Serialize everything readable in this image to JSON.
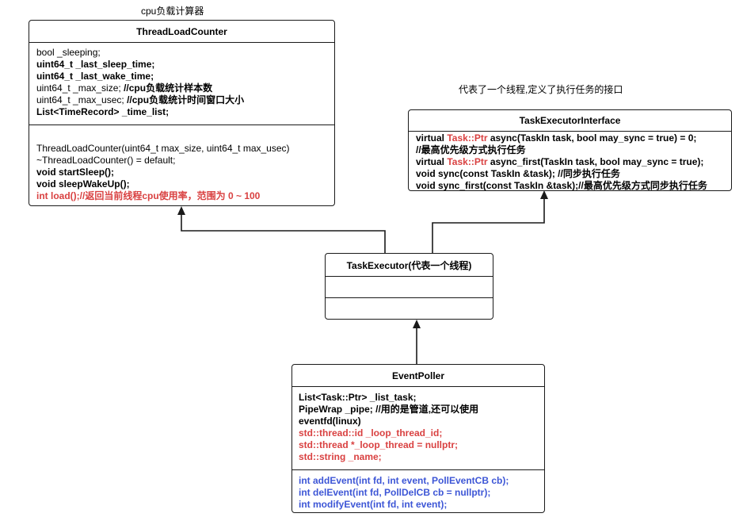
{
  "captions": {
    "thread_load_counter": "cpu负载计算器",
    "task_executor_interface": "代表了一个线程,定义了执行任务的接口"
  },
  "colors": {
    "border": "#1a1a1a",
    "red_text": "#d94141",
    "blue_text": "#3d56d6"
  },
  "thread_load_counter": {
    "title": "ThreadLoadCounter",
    "attributes": [
      {
        "text": "bool _sleeping;",
        "style": "normal"
      },
      {
        "text": "uint64_t _last_sleep_time;",
        "style": "bold"
      },
      {
        "text": "uint64_t _last_wake_time;",
        "style": "bold"
      },
      {
        "text": "uint64_t _max_size; //cpu负载统计样本数",
        "style": "mixed",
        "normal": "uint64_t _max_size; ",
        "bold": "//cpu负载统计样本数"
      },
      {
        "text": "uint64_t _max_usec; //cpu负载统计时间窗口大小",
        "style": "mixed",
        "normal": "uint64_t _max_usec; ",
        "bold": "//cpu负载统计时间窗口大小"
      },
      {
        "text": "List<TimeRecord> _time_list;",
        "style": "bold"
      }
    ],
    "methods": [
      {
        "text": "ThreadLoadCounter(uint64_t max_size, uint64_t max_usec)",
        "style": "normal"
      },
      {
        "text": "~ThreadLoadCounter() = default;",
        "style": "normal"
      },
      {
        "text": "void startSleep();",
        "style": "bold"
      },
      {
        "text": "void sleepWakeUp();",
        "style": "bold"
      },
      {
        "text": "int load();//返回当前线程cpu使用率，范围为 0 ~ 100",
        "style": "red"
      }
    ]
  },
  "task_executor_interface": {
    "title": "TaskExecutorInterface",
    "lines": [
      {
        "pre": "virtual ",
        "red": "Task::Ptr",
        "post": " async(TaskIn task, bool may_sync = true) = 0;"
      },
      {
        "pre": "//最高优先级方式执行任务",
        "red": "",
        "post": ""
      },
      {
        "pre": "virtual ",
        "red": "Task::Ptr",
        "post": " async_first(TaskIn task, bool may_sync = true);"
      },
      {
        "pre": "void sync(const TaskIn &task); //同步执行任务",
        "red": "",
        "post": ""
      },
      {
        "pre": "void sync_first(const TaskIn &task);//最高优先级方式同步执行任务",
        "red": "",
        "post": ""
      }
    ]
  },
  "task_executor": {
    "title": "TaskExecutor(代表一个线程)"
  },
  "event_poller": {
    "title": "EventPoller",
    "attributes": [
      {
        "text": "List<Task::Ptr> _list_task;",
        "style": "bold"
      },
      {
        "text": "PipeWrap _pipe; //用的是管道,还可以使用",
        "style": "bold"
      },
      {
        "text": "eventfd(linux)",
        "style": "bold"
      },
      {
        "text": "std::thread::id _loop_thread_id;",
        "style": "red"
      },
      {
        "text": "std::thread *_loop_thread = nullptr;",
        "style": "red"
      },
      {
        "text": "std::string _name;",
        "style": "red"
      }
    ],
    "methods": [
      {
        "text": "int addEvent(int fd, int event, PollEventCB cb);",
        "style": "blue"
      },
      {
        "text": "int delEvent(int fd, PollDelCB cb = nullptr);",
        "style": "blue"
      },
      {
        "text": "int modifyEvent(int fd, int event);",
        "style": "blue"
      }
    ]
  }
}
